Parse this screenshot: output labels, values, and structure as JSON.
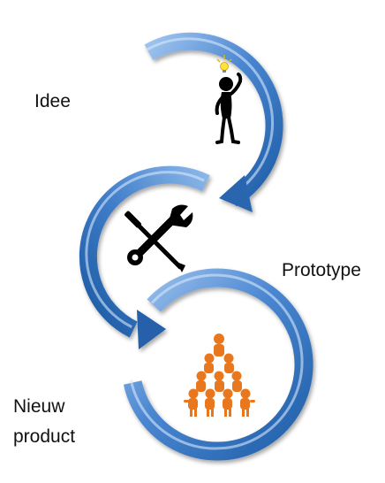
{
  "stages": [
    {
      "id": "idee",
      "label": "Idee",
      "icon": "thinking-person-icon"
    },
    {
      "id": "prototype",
      "label": "Prototype",
      "icon": "tools-icon"
    },
    {
      "id": "nieuw-product",
      "label_line1": "Nieuw",
      "label_line2": "product",
      "icon": "team-pyramid-icon"
    }
  ],
  "colors": {
    "arrow_dark": "#1f5ea8",
    "arrow_mid": "#4a86d0",
    "arrow_light": "#9fc4ee",
    "figure": "#000000",
    "bulb": "#ffe23a",
    "team": "#e8771d"
  }
}
